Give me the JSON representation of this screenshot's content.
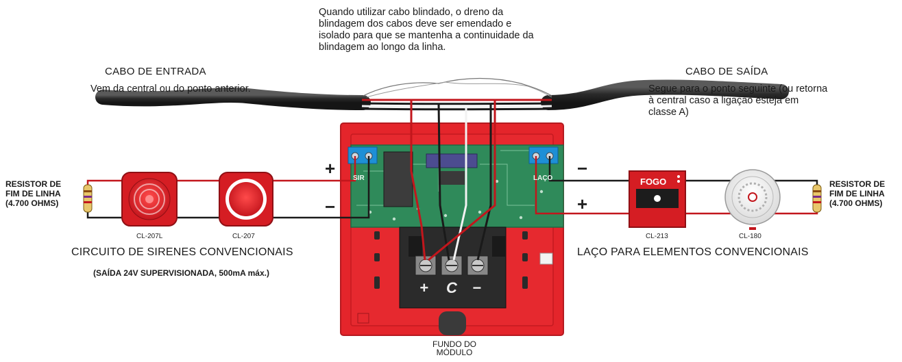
{
  "note": {
    "lines": [
      "Quando utilizar cabo blindado, o dreno da",
      "blindagem dos cabos deve ser emendado e",
      "isolado para que se mantenha a continuidade da",
      "blindagem ao longo da linha."
    ]
  },
  "input_cable": {
    "title": "CABO DE ENTRADA",
    "description": "Vem da central ou do ponto anterior."
  },
  "output_cable": {
    "title": "CABO DE SAÍDA",
    "description": "Segue para o ponto seguinte (ou retorna à central caso a ligação esteja em classe A)"
  },
  "resistor_left": {
    "label_lines": [
      "RESISTOR DE",
      "FIM DE LINHA",
      "(4.700 OHMS)"
    ]
  },
  "resistor_right": {
    "label_lines": [
      "RESISTOR DE",
      "FIM DE LINHA",
      "(4.700 OHMS)"
    ]
  },
  "devices": {
    "siren_1": "CL-207L",
    "siren_2": "CL-207",
    "call_point": "CL-213",
    "detector": "CL-180",
    "call_point_text": "FOGO"
  },
  "sections": {
    "sirens_title": "CIRCUITO DE SIRENES CONVENCIONAIS",
    "sirens_spec": "(SAÍDA 24V SUPERVISIONADA, 500mA máx.)",
    "loop_title": "LAÇO PARA ELEMENTOS CONVENCIONAIS"
  },
  "module": {
    "base_label_lines": [
      "FUNDO DO",
      "MÓDULO"
    ],
    "terminal_labels": [
      "+",
      "C",
      "−"
    ],
    "siren_port_label": "SIR",
    "loop_port_label": "LAÇO"
  },
  "polarity": {
    "siren_plus": "+",
    "siren_minus": "−",
    "loop_minus": "−",
    "loop_plus": "+"
  },
  "colors": {
    "module_red": "#e4252b",
    "module_dark_red": "#c41a20",
    "pcb_green": "#2f8a5a",
    "terminal_blue": "#1e8fd6",
    "cable_black": "#2b2b2b",
    "wire_red": "#c2161c"
  }
}
